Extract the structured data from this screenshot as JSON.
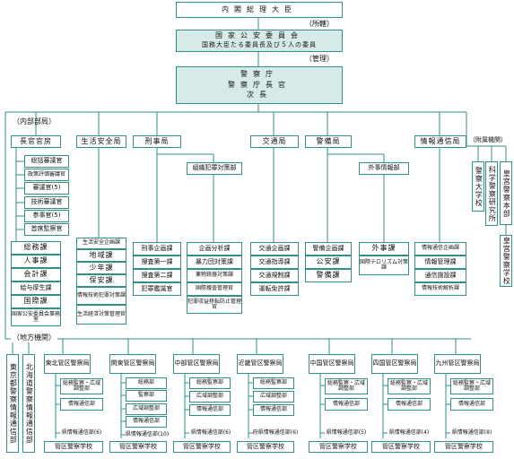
{
  "top": {
    "pm": "内閣総理大臣",
    "jurisdiction_label": "（所轄）",
    "npsc_name": "国家公安委員会",
    "npsc_members": "国務大臣たる委員長及び５人の委員",
    "management_label": "（管理）",
    "npa": "警察庁",
    "commissioner": "警察庁長官",
    "deputy": "次長"
  },
  "internal": {
    "label": "（内部部局）",
    "secretariat": {
      "title": "長官官房",
      "upper_items": [
        "総括審議官",
        "政策評価審議官",
        "審議官(5)",
        "技術審議官",
        "参事官(5)",
        "首席監察官"
      ],
      "lower_items": [
        "総務課",
        "人事課",
        "会計課",
        "給与厚生課",
        "国際課",
        "国家公安委員会事務室"
      ]
    },
    "community_safety": {
      "title": "生活安全局",
      "items": [
        "生活安全企画課",
        "地域課",
        "少年課",
        "保安課",
        "情報技術犯罪対策課",
        "生活経済対策管理官"
      ]
    },
    "criminal": {
      "title": "刑事局",
      "items": [
        "刑事企画課",
        "捜査第一課",
        "捜査第二課",
        "犯罪鑑識官"
      ],
      "organized_crime": {
        "title": "組織犯罪対策部",
        "items": [
          "企画分析課",
          "暴力団対策課",
          "薬物銃器対策課",
          "国際捜査管理官",
          "犯罪収益移転防止管理官"
        ]
      }
    },
    "traffic": {
      "title": "交通局",
      "items": [
        "交通企画課",
        "交通指導課",
        "交通規制課",
        "運転免許課"
      ]
    },
    "security": {
      "title": "警備局",
      "items": [
        "警備企画課",
        "公安課",
        "警備課"
      ],
      "foreign_affairs": {
        "title": "外事情報部",
        "items": [
          "外事課",
          "国際テロリズム対策課"
        ]
      }
    },
    "info_comm": {
      "title": "情報通信局",
      "items": [
        "情報通信企画課",
        "情報管理課",
        "通信施設課",
        "情報技術解析課"
      ]
    }
  },
  "attached": {
    "label": "（附属機関）",
    "items": [
      "警察大学校",
      "科学警察研究所",
      "皇宮警察本部"
    ],
    "imperial_guard_school": "皇宮警察学校"
  },
  "regional": {
    "label": "（地方機関）",
    "tokyo": "東京都警察情報通信部",
    "hokkaido": "北海道警察情報通信部",
    "bureaus": [
      {
        "name": "東北管区警察局",
        "items": [
          "総務監察・広域調整部",
          "情報通信部"
        ],
        "prefectural": "県情報通信部(6)",
        "school": "管区警察学校"
      },
      {
        "name": "関東管区警察局",
        "items": [
          "総務部",
          "監察部",
          "広域調整部",
          "情報通信部"
        ],
        "prefectural": "県情報通信部(10)",
        "school": "管区警察学校"
      },
      {
        "name": "中部管区警察局",
        "items": [
          "総務監察部",
          "広域調整部",
          "情報通信部"
        ],
        "prefectural": "県情報通信部(6)",
        "school": "管区警察学校"
      },
      {
        "name": "近畿管区警察局",
        "items": [
          "総務監察部",
          "広域調整部",
          "情報通信部"
        ],
        "prefectural": "府県情報通信部(6)",
        "school": "管区警察学校"
      },
      {
        "name": "中国管区警察局",
        "items": [
          "総務監察・広域調整部",
          "情報通信部"
        ],
        "prefectural": "県情報通信部(5)",
        "school": "管区警察学校"
      },
      {
        "name": "四国管区警察局",
        "items": [
          "総務監察・広域調整部",
          "情報通信部"
        ],
        "prefectural": "県情報通信部(4)",
        "school": "管区警察学校"
      },
      {
        "name": "九州管区警察局",
        "items": [
          "総務監察・広域調整部",
          "情報通信部"
        ],
        "prefectural": "県情報通信部(8)",
        "school": "管区警察学校"
      }
    ]
  },
  "colors": {
    "line": "#2f8f8a",
    "fill": "#d6ebe9",
    "box_bg": "#ffffff"
  }
}
